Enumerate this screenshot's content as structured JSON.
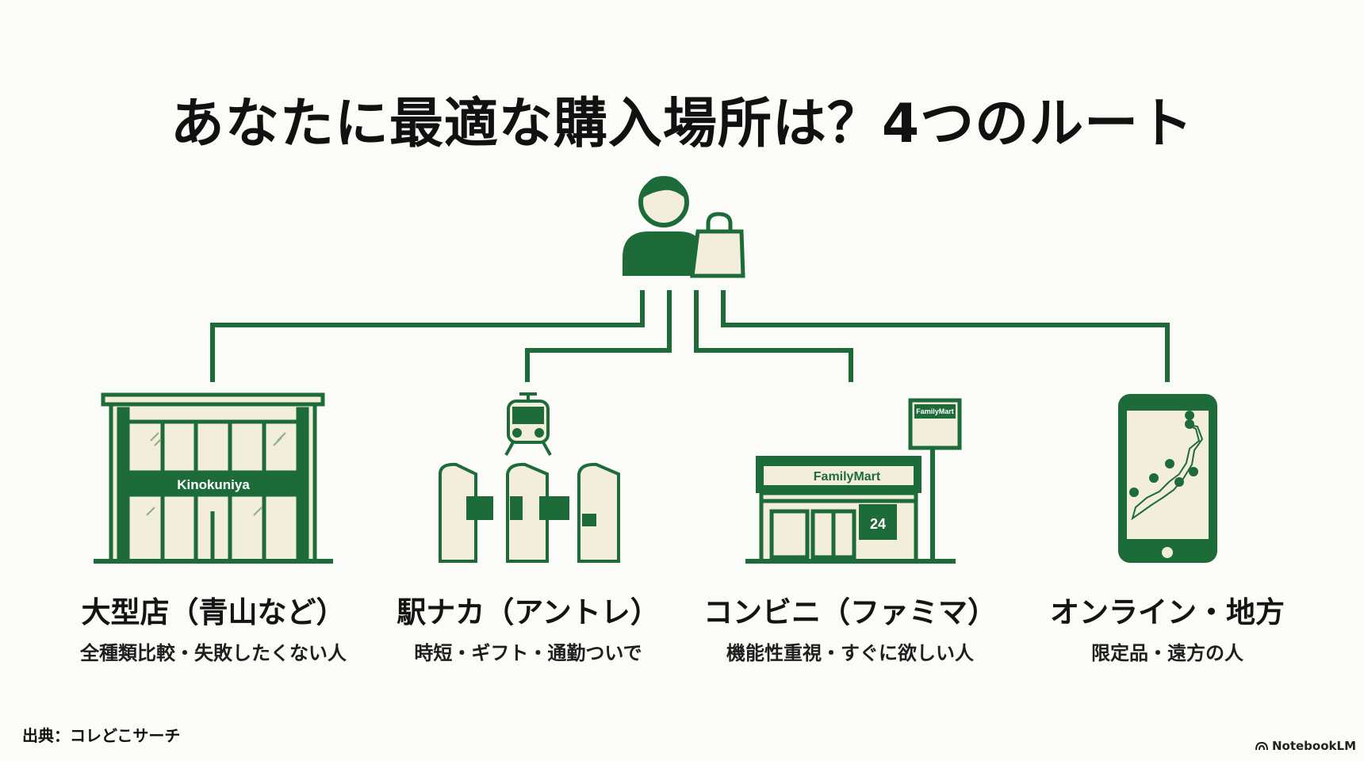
{
  "title": "あなたに最適な購入場所は？4つのルート",
  "routes": [
    {
      "label": "大型店（青山など）",
      "sub": "全種類比較・失敗したくない人",
      "sign": "Kinokuniya"
    },
    {
      "label": "駅ナカ（アントレ）",
      "sub": "時短・ギフト・通勤ついで"
    },
    {
      "label": "コンビニ（ファミマ）",
      "sub": "機能性重視・すぐに欲しい人",
      "sign": "FamilyMart",
      "pole_sign": "FamilyMart",
      "badge": "24"
    },
    {
      "label": "オンライン・地方",
      "sub": "限定品・遠方の人"
    }
  ],
  "source": "出典：コレどこサーチ",
  "brand": "NotebookLM",
  "colors": {
    "accent": "#1e6b3a",
    "fill": "#f2eedb",
    "background": "#fbfbf7"
  },
  "icons": [
    "person-icon",
    "shopping-bag-icon",
    "department-store-icon",
    "train-icon",
    "ticket-gate-icon",
    "convenience-store-icon",
    "smartphone-map-icon"
  ]
}
